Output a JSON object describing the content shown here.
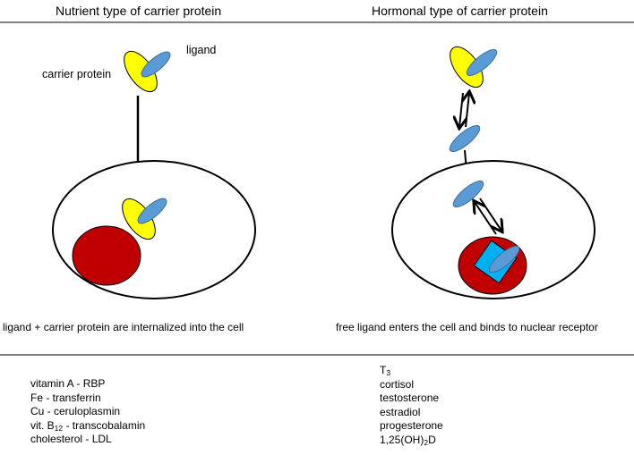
{
  "left_panel": {
    "title": "Nutrient type of carrier protein",
    "label_ligand": "ligand",
    "label_carrier": "carrier protein",
    "caption": "ligand + carrier protein are internalized into the cell",
    "examples": [
      {
        "pre": "vitamin A - RBP",
        "sub": "",
        "post": ""
      },
      {
        "pre": "Fe - transferrin",
        "sub": "",
        "post": ""
      },
      {
        "pre": "Cu - ceruloplasmin",
        "sub": "",
        "post": ""
      },
      {
        "pre": "vit. B",
        "sub": "12",
        "post": " - transcobalamin"
      },
      {
        "pre": "cholesterol - LDL",
        "sub": "",
        "post": ""
      }
    ]
  },
  "right_panel": {
    "title": "Hormonal type of carrier protein",
    "caption": "free ligand enters the cell and binds to nuclear receptor",
    "examples": [
      {
        "pre": "T",
        "sub": "3",
        "post": ""
      },
      {
        "pre": "cortisol",
        "sub": "",
        "post": ""
      },
      {
        "pre": "testosterone",
        "sub": "",
        "post": ""
      },
      {
        "pre": "estradiol",
        "sub": "",
        "post": ""
      },
      {
        "pre": "progesterone",
        "sub": "",
        "post": ""
      },
      {
        "pre": "1,25(OH)",
        "sub": "2",
        "post": "D"
      }
    ]
  },
  "colors": {
    "carrier_yellow": "#ffff00",
    "ligand_blue": "#5b9bd5",
    "nucleus_red": "#c00000",
    "receptor_cyan": "#00b0f0",
    "line": "#000000"
  }
}
